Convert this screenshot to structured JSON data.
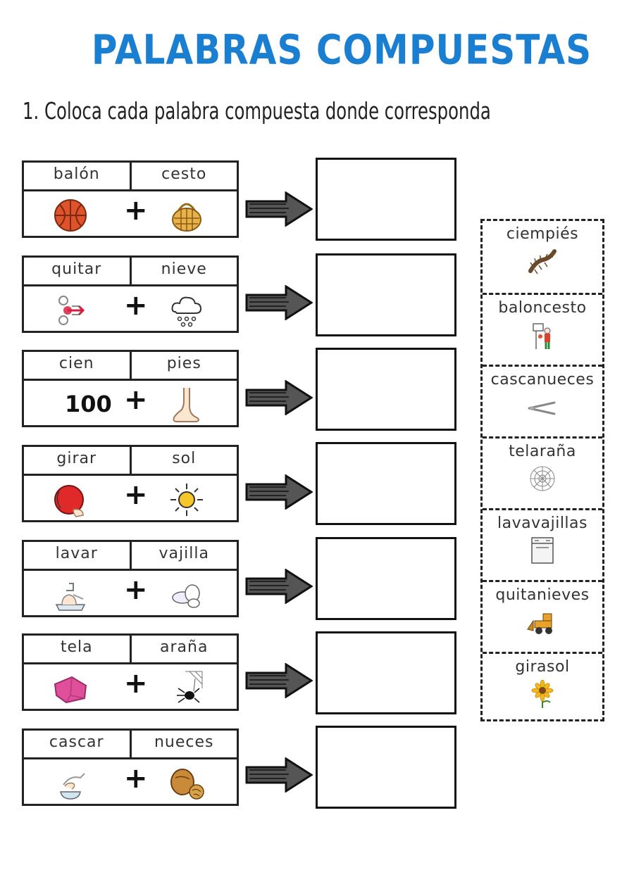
{
  "title": "PALABRAS COMPUESTAS",
  "instruction": "1. Coloca cada palabra compuesta donde corresponda",
  "pairs": [
    {
      "left": "balón",
      "right": "cesto"
    },
    {
      "left": "quitar",
      "right": "nieve"
    },
    {
      "left": "cien",
      "right": "pies",
      "left_pic_text": "100"
    },
    {
      "left": "girar",
      "right": "sol"
    },
    {
      "left": "lavar",
      "right": "vajilla"
    },
    {
      "left": "tela",
      "right": "araña"
    },
    {
      "left": "cascar",
      "right": "nueces"
    }
  ],
  "plus": "+",
  "bank": [
    {
      "word": "ciempiés",
      "icon": "centipede-icon"
    },
    {
      "word": "baloncesto",
      "icon": "basketball-player-icon"
    },
    {
      "word": "cascanueces",
      "icon": "nutcracker-icon"
    },
    {
      "word": "telaraña",
      "icon": "spiderweb-icon"
    },
    {
      "word": "lavavajillas",
      "icon": "dishwasher-icon"
    },
    {
      "word": "quitanieves",
      "icon": "snowplow-icon"
    },
    {
      "word": "girasol",
      "icon": "sunflower-icon"
    }
  ],
  "colors": {
    "title": "#1a7fd1",
    "ball": "#e0532a",
    "cloth": "#e0509a",
    "sun": "#f7c62a"
  }
}
